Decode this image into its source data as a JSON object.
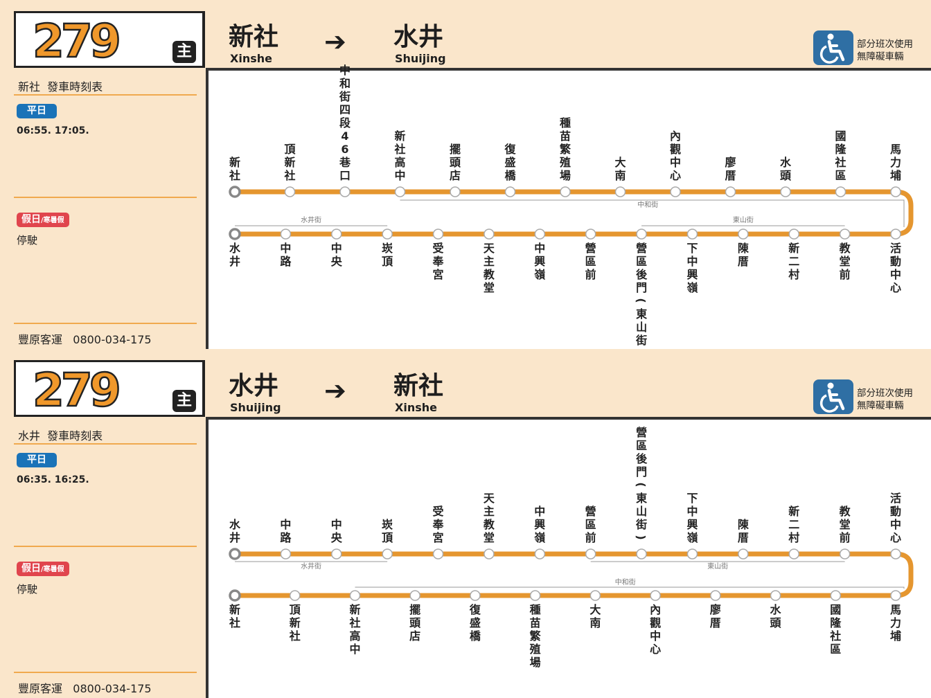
{
  "colors": {
    "line": "#e5962f",
    "accent_orange": "#f0982b",
    "weekday": "#1a73b8",
    "holiday": "#e0454d",
    "bg": "#fae6cb",
    "accessibility": "#2f6fa4"
  },
  "panels": [
    {
      "route_number": "279",
      "main_badge": "主",
      "timetable_title": "新社  發車時刻表",
      "weekday_label": "平日",
      "weekday_times": "06:55. 17:05.",
      "holiday_label": "假日",
      "holiday_sub": "/寒暑假",
      "holiday_status": "停駛",
      "company": "豐原客運   0800-034-175",
      "origin": "新社",
      "origin_en": "Xinshe",
      "arrow": "➔",
      "destination": "水井",
      "destination_en": "Shuijing",
      "accessibility_icon": "wheelchair-icon",
      "accessibility_line1": "部分班次使用",
      "accessibility_line2": "無障礙車輛",
      "top_row": [
        "新社",
        "頂新社",
        "中和街四段46巷口",
        "新社高中",
        "擺頭店",
        "復盛橋",
        "種苗繁殖場",
        "大南",
        "內觀中心",
        "廖厝",
        "水頭",
        "國隆社區",
        "馬力埔"
      ],
      "bottom_row": [
        "水井",
        "中路",
        "中央",
        "崁頂",
        "受奉宮",
        "天主教堂",
        "中興嶺",
        "營區前",
        "營區後門(東山街)",
        "下中興嶺",
        "陳厝",
        "新二村",
        "教堂前",
        "活動中心"
      ],
      "street_labels": {
        "top": "中和街",
        "bottom_left": "水井街",
        "bottom_right": "東山街"
      }
    },
    {
      "route_number": "279",
      "main_badge": "主",
      "timetable_title": "水井  發車時刻表",
      "weekday_label": "平日",
      "weekday_times": "06:35. 16:25.",
      "holiday_label": "假日",
      "holiday_sub": "/寒暑假",
      "holiday_status": "停駛",
      "company": "豐原客運   0800-034-175",
      "origin": "水井",
      "origin_en": "Shuijing",
      "arrow": "➔",
      "destination": "新社",
      "destination_en": "Xinshe",
      "accessibility_icon": "wheelchair-icon",
      "accessibility_line1": "部分班次使用",
      "accessibility_line2": "無障礙車輛",
      "top_row": [
        "水井",
        "中路",
        "中央",
        "崁頂",
        "受奉宮",
        "天主教堂",
        "中興嶺",
        "營區前",
        "營區後門(東山街)",
        "下中興嶺",
        "陳厝",
        "新二村",
        "教堂前",
        "活動中心"
      ],
      "bottom_row": [
        "新社",
        "頂新社",
        "新社高中",
        "擺頭店",
        "復盛橋",
        "種苗繁殖場",
        "大南",
        "內觀中心",
        "廖厝",
        "水頭",
        "國隆社區",
        "馬力埔"
      ],
      "street_labels": {
        "top_left": "水井街",
        "top_right": "東山街",
        "bottom": "中和街"
      }
    }
  ]
}
